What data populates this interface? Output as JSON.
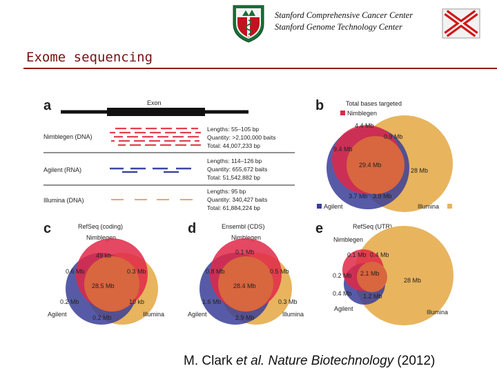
{
  "header": {
    "line1": "Stanford Comprehensive Cancer Center",
    "line2": "Stanford Genome Technology Center",
    "colors": {
      "logo_red": "#c1121f",
      "logo_green": "#1a6e36"
    }
  },
  "slide_title": "Exome sequencing",
  "panel_a": {
    "letter": "a",
    "exon_label": "Exon",
    "platforms": [
      {
        "name": "Nimblegen (DNA)",
        "lengths": "Lengths: 55–105 bp",
        "quantity": "Quantity: >2,100,000 baits",
        "total": "Total:      44,007,233 bp",
        "color": "#e04050"
      },
      {
        "name": "Agilent (RNA)",
        "lengths": "Lengths: 114–126 bp",
        "quantity": "Quantity: 655,672 baits",
        "total": "Total:      51,542,882 bp",
        "color": "#3c44a0"
      },
      {
        "name": "Illumina (DNA)",
        "lengths": "Lengths: 95 bp",
        "quantity": "Quantity: 340,427 baits",
        "total": "Total:      61,884,224 bp",
        "color": "#e8a860"
      }
    ]
  },
  "panel_b": {
    "letter": "b",
    "title": "Total bases targeted",
    "legend": {
      "nimblegen": "Nimblegen",
      "agilent": "Agilent",
      "illumina": "Illumina"
    },
    "values": [
      "4.4 Mb",
      "0.9 Mb",
      "9.4 Mb",
      "29.4 Mb",
      "28 Mb",
      "3.7 Mb",
      "3.9 Mb"
    ]
  },
  "panel_c": {
    "letter": "c",
    "title": "RefSeq (coding)",
    "label_top": "Nimblegen",
    "label_left": "Agilent",
    "label_right": "Illumina",
    "values": [
      "49 kb",
      "0.6 Mb",
      "0.3 Mb",
      "28.5 Mb",
      "0.2 Mb",
      "10 kb",
      "0.2 Mb"
    ]
  },
  "panel_d": {
    "letter": "d",
    "title": "Ensembl (CDS)",
    "label_top": "Nimblegen",
    "label_left": "Agilent",
    "label_right": "Illumina",
    "values": [
      "0.1 Mb",
      "0.8 Mb",
      "0.5 Mb",
      "28.4 Mb",
      "1.6 Mb",
      "0.3 Mb",
      "2.9 Mb"
    ]
  },
  "panel_e": {
    "letter": "e",
    "title": "RefSeq (UTR)",
    "label_top": "Nimblegen",
    "label_left": "Agilent",
    "label_right": "Illumina",
    "values": [
      "0.1 Mb",
      "0.4 Mb",
      "2.1 Mb",
      "0.2 Mb",
      "28 Mb",
      "0.4 Mb",
      "1.2 Mb"
    ]
  },
  "venn_colors": {
    "nimblegen": "#e02848",
    "agilent": "#3a3e98",
    "illumina": "#e8b45e",
    "core": "#d8663e"
  },
  "citation": {
    "author": "M. Clark ",
    "etal": "et al.",
    "journal": " Nature Biotechnology",
    "year": " (2012)"
  }
}
